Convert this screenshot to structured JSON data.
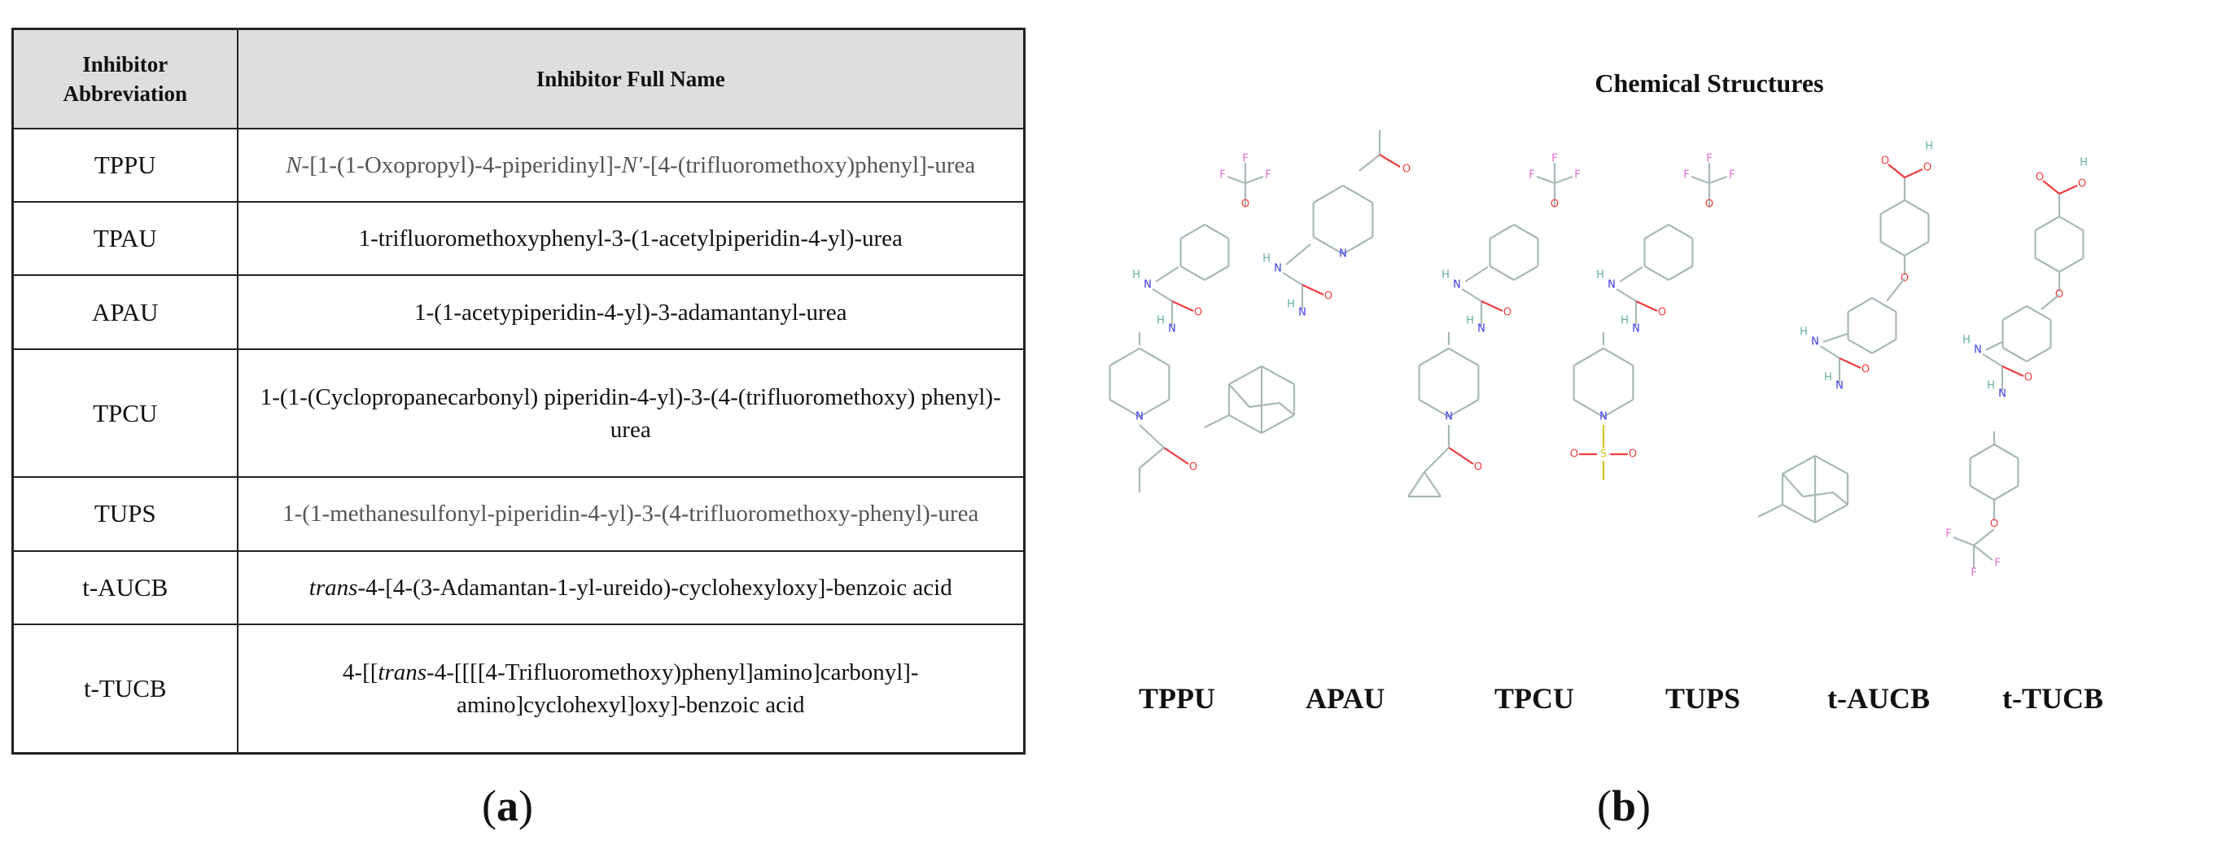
{
  "table": {
    "headers": [
      "Inhibitor Abbreviation",
      "Inhibitor Full Name"
    ],
    "rows": [
      {
        "abbr": "TPPU",
        "name_parts": [
          {
            "t": "N",
            "i": true,
            "g": true
          },
          {
            "t": "-[1-(1-Oxopropyl)-4-piperidinyl]-",
            "g": true
          },
          {
            "t": "N′",
            "i": true,
            "g": true
          },
          {
            "t": "-[4-(trifluoromethoxy)phenyl]-urea",
            "g": true
          }
        ]
      },
      {
        "abbr": "TPAU",
        "name_parts": [
          {
            "t": "1-trifluoromethoxyphenyl-3-(1-acetylpiperidin-4-yl)-urea"
          }
        ]
      },
      {
        "abbr": "APAU",
        "name_parts": [
          {
            "t": "1-(1-acetypiperidin-4-yl)-3-adamantanyl-urea"
          }
        ]
      },
      {
        "abbr": "TPCU",
        "name_parts": [
          {
            "t": "1-(1-(Cyclopropanecarbonyl) piperidin-4-yl)-3-(4-(trifluoromethoxy) phenyl)-urea"
          }
        ]
      },
      {
        "abbr": "TUPS",
        "name_parts": [
          {
            "t": "1-(1-methanesulfonyl-piperidin-4-yl)-3-(4-trifluoromethoxy-phenyl)-urea",
            "g": true
          }
        ]
      },
      {
        "abbr": "t-AUCB",
        "name_parts": [
          {
            "t": "trans",
            "i": true
          },
          {
            "t": "-4-[4-(3-Adamantan-1-yl-ureido)-cyclohexyloxy]-benzoic acid"
          }
        ]
      },
      {
        "abbr": "t-TUCB",
        "name_parts": [
          {
            "t": "4-[["
          },
          {
            "t": "trans",
            "i": true
          },
          {
            "t": "-4-[[[[4-Trifluoromethoxy)phenyl]amino]carbonyl]-amino]cyclohexyl]oxy]-benzoic acid"
          }
        ]
      }
    ]
  },
  "captions": {
    "a": {
      "open": "(",
      "letter": "a",
      "close": ")"
    },
    "b": {
      "open": "(",
      "letter": "b",
      "close": ")"
    }
  },
  "panel_b": {
    "title": "Chemical Structures",
    "compounds": [
      "TPPU",
      "APAU",
      "TPCU",
      "TUPS",
      "t-AUCB",
      "t-TUCB"
    ]
  },
  "atoms": {
    "F": "F",
    "O": "O",
    "N": "N",
    "H": "H",
    "S": "S"
  },
  "colors": {
    "bond": "#a9b8b8",
    "oxygen": "#f03c3c",
    "nitrogen": "#3a3af0",
    "fluorine": "#e36ad8",
    "sulfur": "#d4c32a",
    "hydrogen": "#60b0a0",
    "header_bg": "#dedede"
  }
}
